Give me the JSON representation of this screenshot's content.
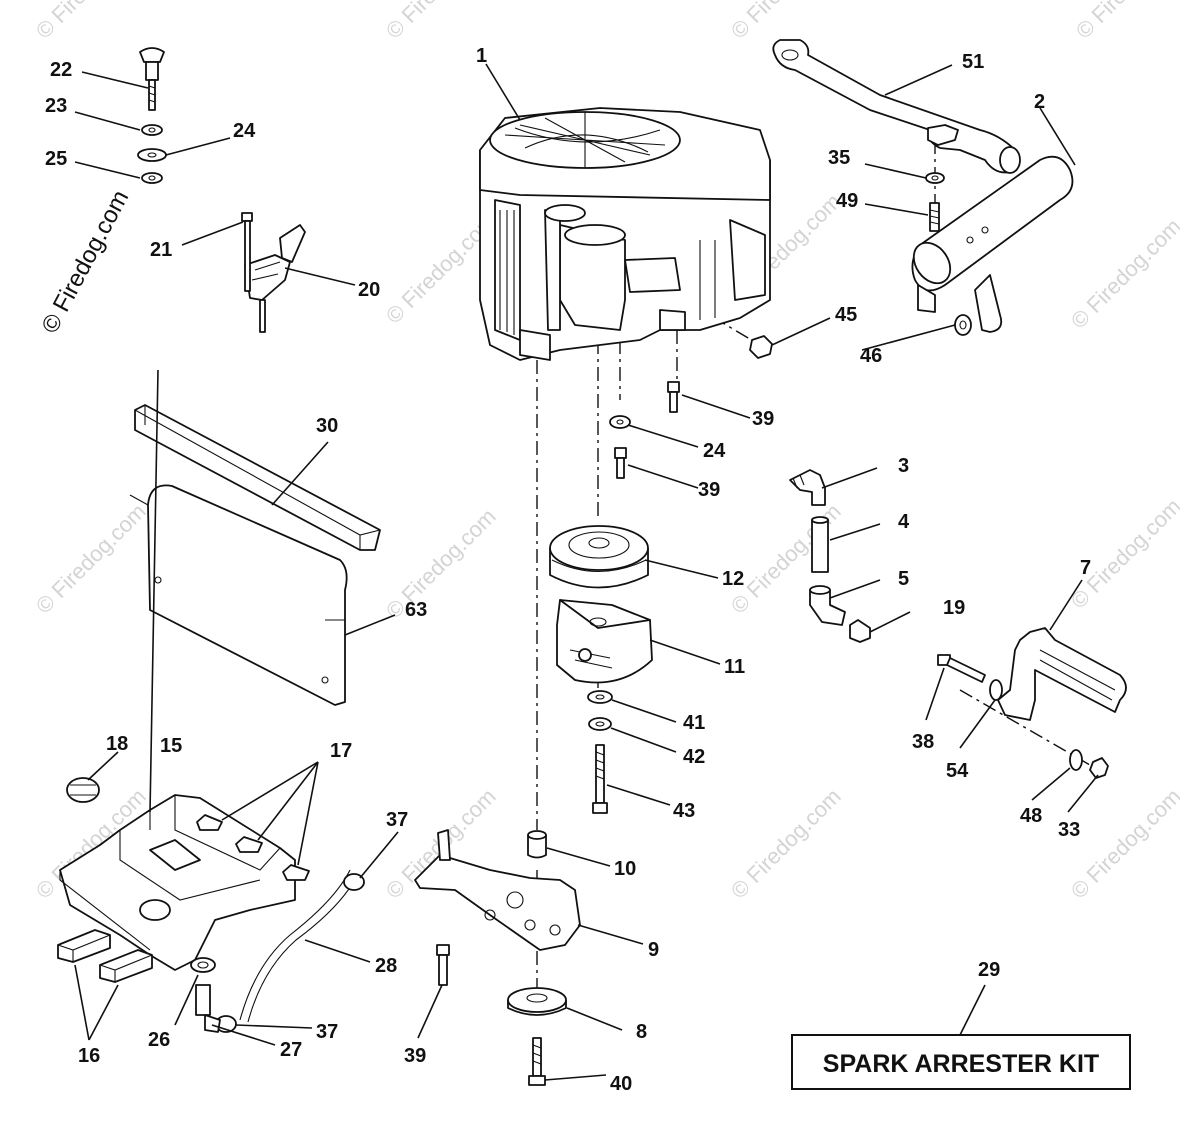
{
  "watermark": "© Firedog.com",
  "copyright_text": "© Firedog.com",
  "kit_label": "SPARK ARRESTER KIT",
  "callouts": [
    "1",
    "2",
    "3",
    "4",
    "5",
    "7",
    "8",
    "9",
    "10",
    "11",
    "12",
    "15",
    "16",
    "17",
    "18",
    "19",
    "20",
    "21",
    "22",
    "23",
    "24",
    "24",
    "25",
    "26",
    "27",
    "28",
    "29",
    "30",
    "33",
    "35",
    "37",
    "37",
    "38",
    "39",
    "39",
    "39",
    "39",
    "40",
    "41",
    "42",
    "43",
    "45",
    "46",
    "48",
    "49",
    "51",
    "54",
    "63"
  ]
}
